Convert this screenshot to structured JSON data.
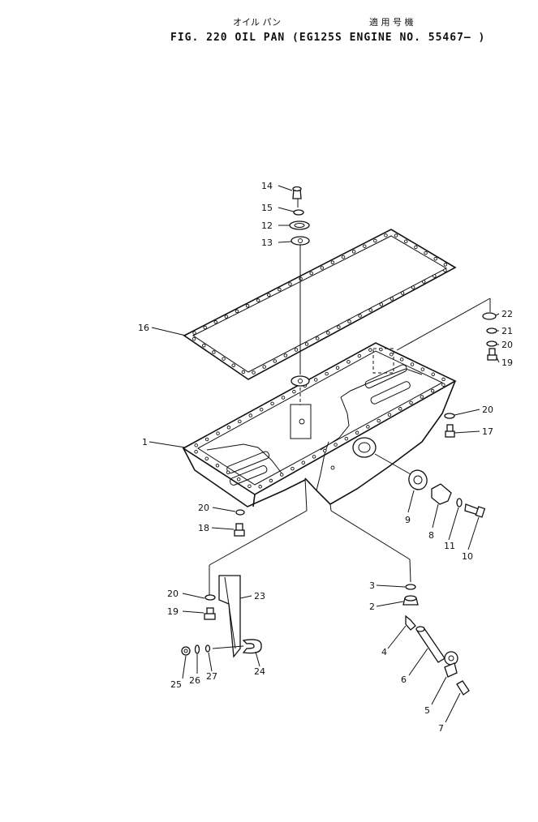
{
  "header": {
    "subtitle_left": "オイル パン",
    "subtitle_right": "適 用 号 機",
    "title": "FIG. 220  OIL  PAN  (EG125S  ENGINE  NO. 55467— )"
  },
  "callouts": [
    {
      "id": "c14",
      "label": "14"
    },
    {
      "id": "c15",
      "label": "15"
    },
    {
      "id": "c12",
      "label": "12"
    },
    {
      "id": "c13",
      "label": "13"
    },
    {
      "id": "c16",
      "label": "16"
    },
    {
      "id": "c22",
      "label": "22"
    },
    {
      "id": "c21",
      "label": "21"
    },
    {
      "id": "c20a",
      "label": "20"
    },
    {
      "id": "c19a",
      "label": "19"
    },
    {
      "id": "c20b",
      "label": "20"
    },
    {
      "id": "c17",
      "label": "17"
    },
    {
      "id": "c1",
      "label": "1"
    },
    {
      "id": "c20c",
      "label": "20"
    },
    {
      "id": "c18",
      "label": "18"
    },
    {
      "id": "c9",
      "label": "9"
    },
    {
      "id": "c8",
      "label": "8"
    },
    {
      "id": "c11",
      "label": "11"
    },
    {
      "id": "c10",
      "label": "10"
    },
    {
      "id": "c3",
      "label": "3"
    },
    {
      "id": "c2",
      "label": "2"
    },
    {
      "id": "c4",
      "label": "4"
    },
    {
      "id": "c6",
      "label": "6"
    },
    {
      "id": "c5",
      "label": "5"
    },
    {
      "id": "c7",
      "label": "7"
    },
    {
      "id": "c20d",
      "label": "20"
    },
    {
      "id": "c23",
      "label": "23"
    },
    {
      "id": "c19b",
      "label": "19"
    },
    {
      "id": "c25",
      "label": "25"
    },
    {
      "id": "c26",
      "label": "26"
    },
    {
      "id": "c27",
      "label": "27"
    },
    {
      "id": "c24",
      "label": "24"
    }
  ]
}
